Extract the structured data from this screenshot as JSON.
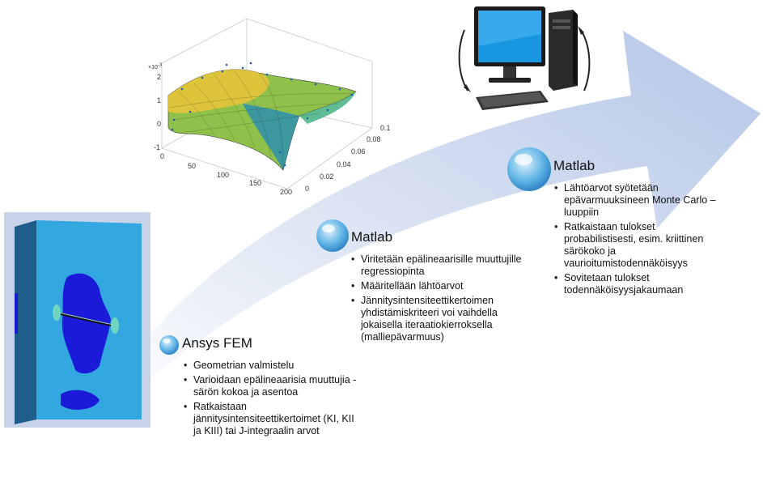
{
  "plot": {
    "exponent": "×10",
    "exponent_power": "-3",
    "z_ticks": [
      "2",
      "1",
      "0",
      "-1"
    ],
    "x_ticks": [
      "0",
      "50",
      "100",
      "150",
      "200"
    ],
    "y_ticks": [
      "0",
      "0.02",
      "0.04",
      "0.06",
      "0.08",
      "0.1"
    ]
  },
  "stages": [
    {
      "title": "Ansys FEM",
      "bullets": [
        "Geometrian valmistelu",
        "Varioidaan epälineaarisia muuttujia - särön kokoa ja asentoa",
        "Ratkaistaan jännitysintensiteettikertoimet (KI, KII ja KIII) tai J-integraalin arvot"
      ]
    },
    {
      "title": "Matlab",
      "bullets": [
        "Viritetään epälineaarisille muuttujille regressiopinta",
        "Määritellään lähtöarvot",
        "Jännitysintensiteettikertoimen yhdistämiskriteeri voi vaihdella jokaisella iteraatiokierroksella (malliepävarmuus)"
      ]
    },
    {
      "title": "Matlab",
      "bullets": [
        "Lähtöarvot syötetään epävarmuuksineen Monte Carlo –luuppiin",
        "Ratkaistaan tulokset probabilistisesti, esim. kriittinen särökoko ja vaurioitumistodennäköisyys",
        "Sovitetaan tulokset todennäköisyysjakaumaan"
      ]
    }
  ],
  "icons": {
    "computer": "desktop-computer-icon",
    "fem": "fem-crack-model-image",
    "surface": "surface-plot-image",
    "bubble": "blue-bubble-icon"
  },
  "colors": {
    "arrow_light": "#dbe4f3",
    "arrow_dark": "#b4c6e7",
    "fem_bg": "#33a8e0",
    "fem_zone": "#1a1ad8"
  }
}
